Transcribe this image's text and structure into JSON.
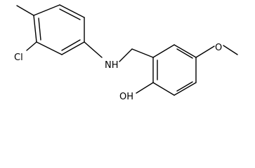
{
  "molecule": {
    "atoms": {
      "chlorine": "Cl",
      "amine": "NH",
      "methoxy_oxygen": "O",
      "hydroxyl": "OH"
    }
  },
  "colors": {
    "bond": "#000000",
    "text": "#000000",
    "background": "#ffffff"
  }
}
